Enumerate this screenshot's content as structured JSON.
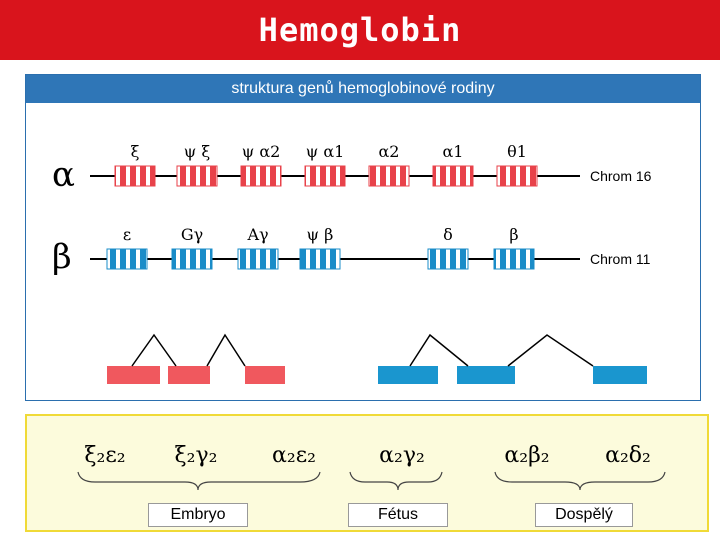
{
  "title": "Hemoglobin",
  "panel_header": "struktura genů hemoglobinové rodiny",
  "colors": {
    "title_bg": "#d9141c",
    "header_bg": "#2f76b7",
    "alpha_gene": "#e8424a",
    "beta_gene": "#1a8cc8",
    "bottom_bg": "#fcfbdc",
    "bottom_border": "#f0da37"
  },
  "alpha_cluster": {
    "symbol": "α",
    "chromosome": "Chrom 16",
    "genes": [
      "ξ",
      "ψ ξ",
      "ψ α2",
      "ψ α1",
      "α2",
      "α1",
      "θ1"
    ]
  },
  "beta_cluster": {
    "symbol": "β",
    "chromosome": "Chrom 11",
    "genes": [
      "ε",
      "Gγ",
      "Aγ",
      "ψ β",
      "δ",
      "β"
    ]
  },
  "chains": [
    "ξ₂ε₂",
    "ξ₂γ₂",
    "α₂ε₂",
    "α₂γ₂",
    "α₂β₂",
    "α₂δ₂"
  ],
  "stages": [
    "Embryo",
    "Fétus",
    "Dospělý"
  ]
}
